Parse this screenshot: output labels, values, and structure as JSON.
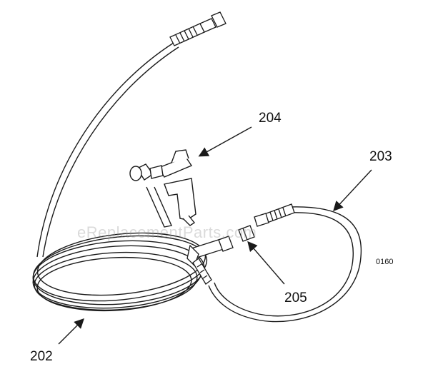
{
  "callouts": {
    "c202": "202",
    "c203": "203",
    "c204": "204",
    "c205": "205",
    "drawing_number": "0160"
  },
  "watermark": "eReplacementParts.com",
  "colors": {
    "line": "#1a1a1a",
    "fill": "#ffffff"
  }
}
